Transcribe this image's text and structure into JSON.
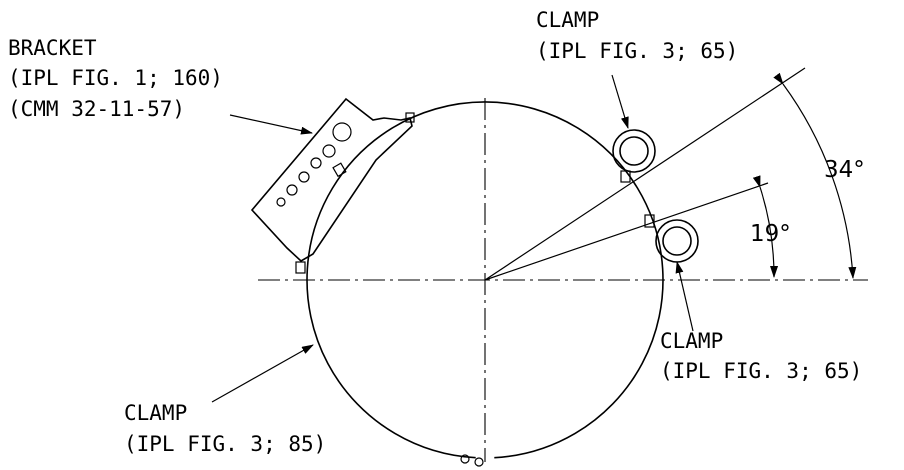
{
  "callouts": {
    "bracket": {
      "name": "BRACKET",
      "ref1": "(IPL FIG. 1; 160)",
      "ref2": "(CMM 32-11-57)"
    },
    "clamp_top": {
      "name": "CLAMP",
      "ref": "(IPL FIG. 3; 65)"
    },
    "clamp_right": {
      "name": "CLAMP",
      "ref": "(IPL FIG. 3; 65)"
    },
    "clamp_bottom": {
      "name": "CLAMP",
      "ref": "(IPL FIG. 3; 85)"
    }
  },
  "angles": {
    "upper": "34°",
    "lower": "19°"
  }
}
